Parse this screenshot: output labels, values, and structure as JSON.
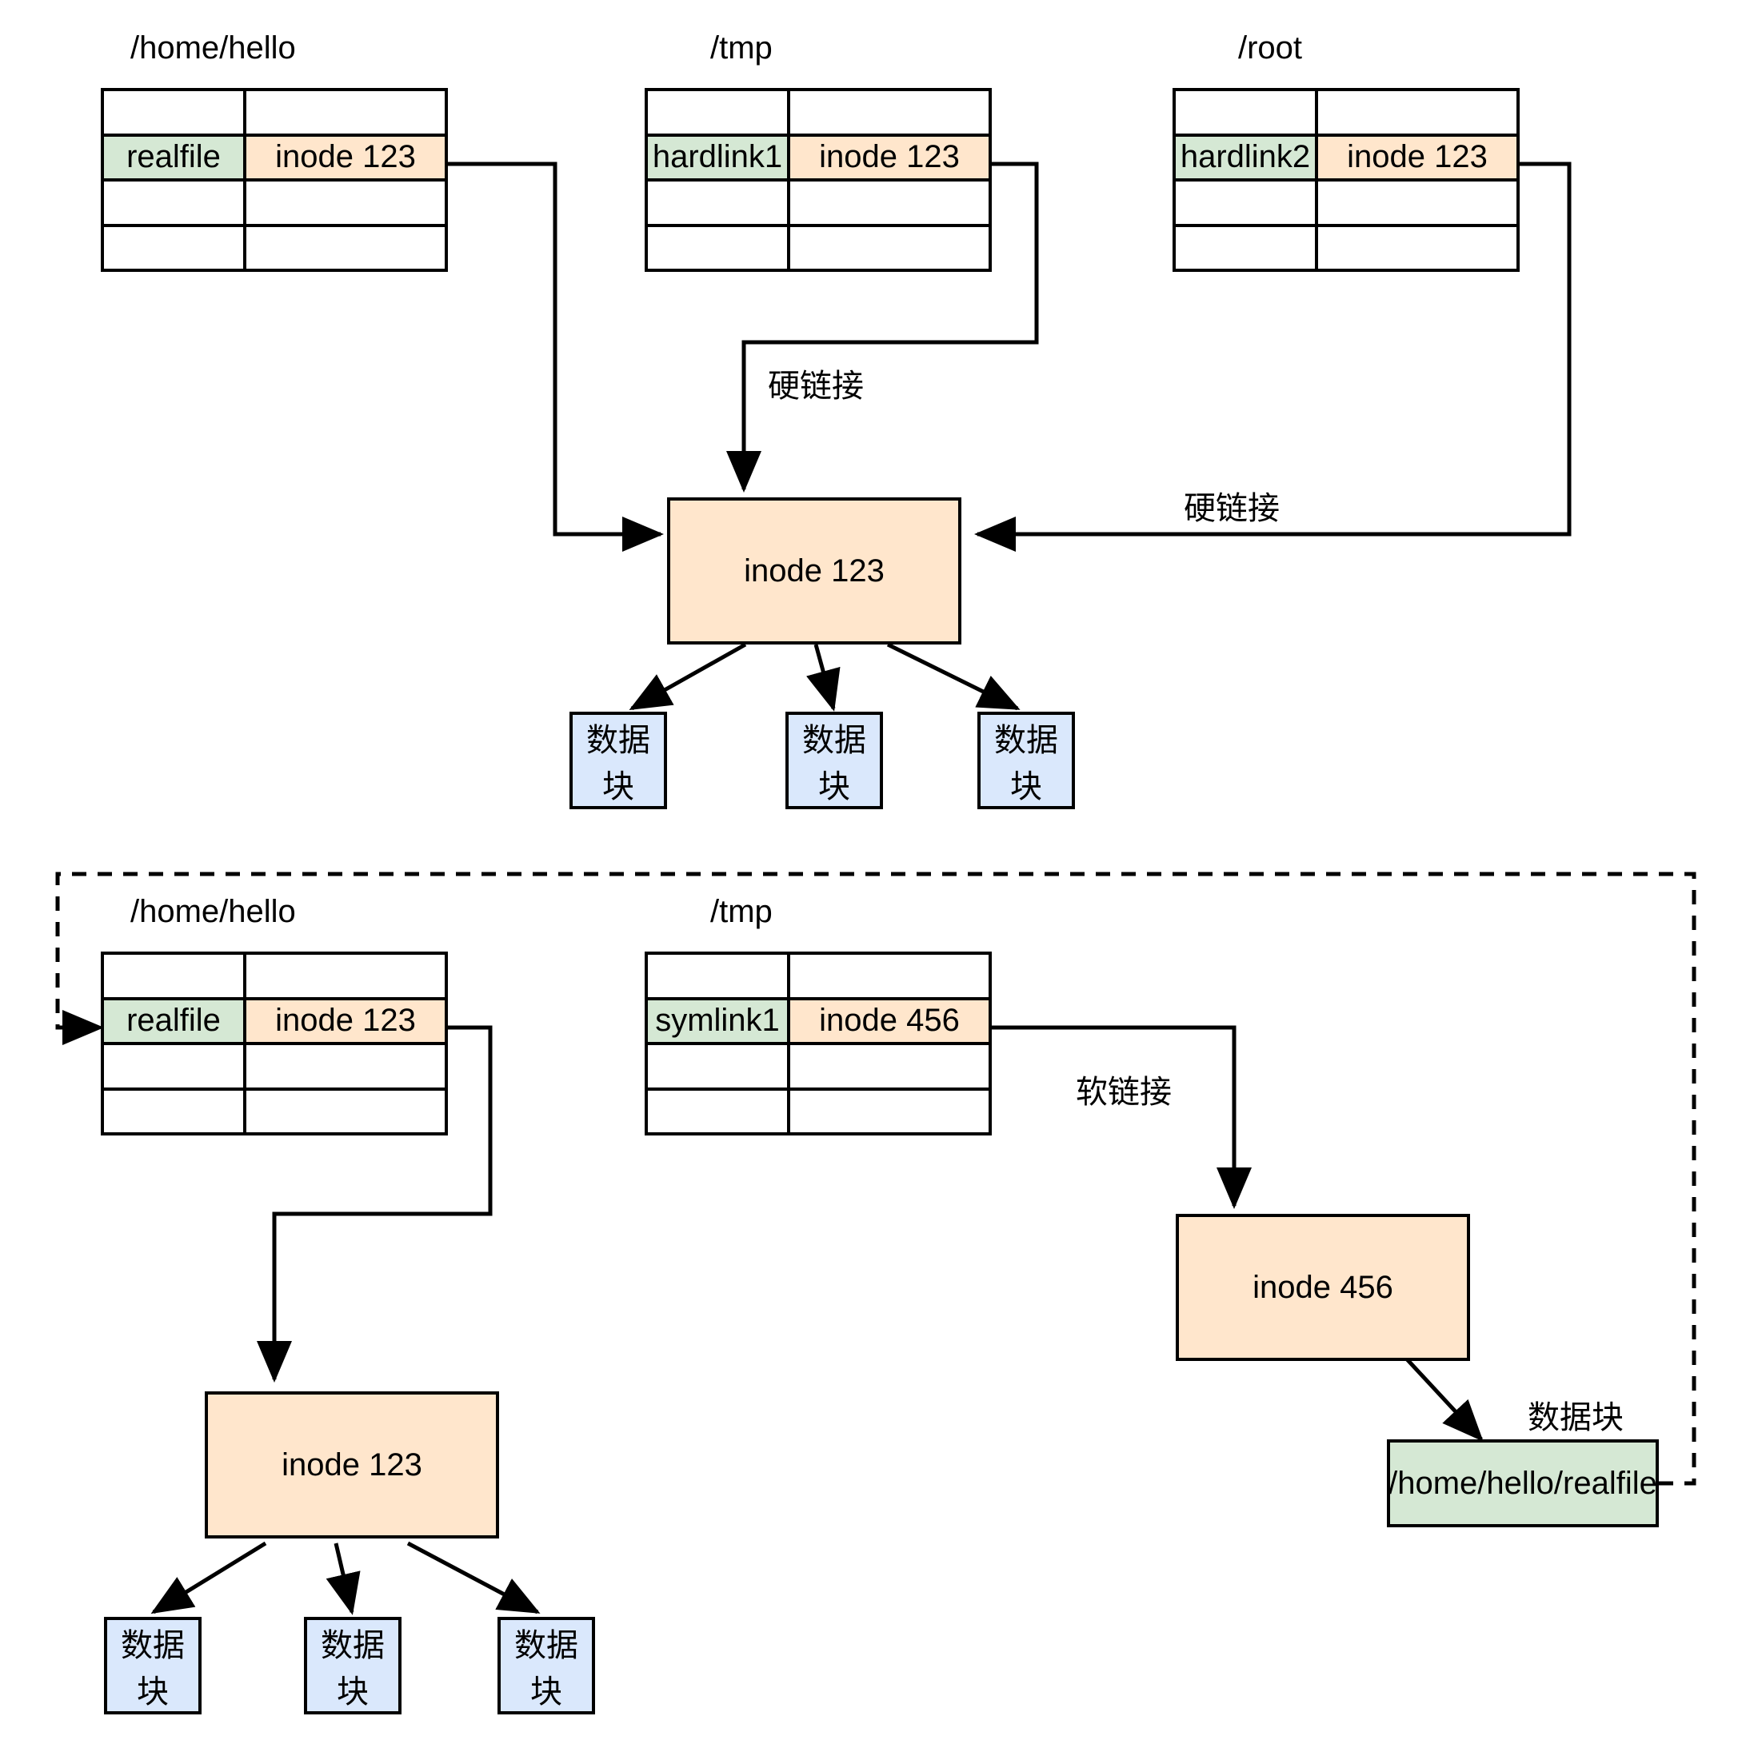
{
  "diagram": {
    "title_top": "",
    "colors": {
      "green": "#d5e8d4",
      "yellow": "#ffe6cc",
      "blue": "#dae8fc",
      "stroke": "#000000"
    },
    "hardlink_section": {
      "directories": [
        {
          "path_label": "/home/hello",
          "rows": [
            "",
            "realfile",
            "",
            ""
          ],
          "inodes": [
            "",
            "inode 123",
            "",
            ""
          ],
          "highlight_row": 1
        },
        {
          "path_label": "/tmp",
          "rows": [
            "",
            "hardlink1",
            "",
            ""
          ],
          "inodes": [
            "",
            "inode 123",
            "",
            ""
          ],
          "highlight_row": 1
        },
        {
          "path_label": "/root",
          "rows": [
            "",
            "hardlink2",
            "",
            ""
          ],
          "inodes": [
            "",
            "inode 123",
            "",
            ""
          ],
          "highlight_row": 1
        }
      ],
      "inode_box": "inode 123",
      "edge_labels": {
        "hardlink_center": "硬链接",
        "hardlink_right": "硬链接"
      },
      "data_blocks": [
        "数据块",
        "数据块",
        "数据块"
      ]
    },
    "symlink_section": {
      "directories": [
        {
          "path_label": "/home/hello",
          "rows": [
            "",
            "realfile",
            "",
            ""
          ],
          "inodes": [
            "",
            "inode 123",
            "",
            ""
          ],
          "highlight_row": 1
        },
        {
          "path_label": "/tmp",
          "rows": [
            "",
            "symlink1",
            "",
            ""
          ],
          "inodes": [
            "",
            "inode 456",
            "",
            ""
          ],
          "highlight_row": 1
        }
      ],
      "inode_real": "inode 123",
      "inode_sym": "inode 456",
      "edge_labels": {
        "symlink": "软链接",
        "data_block_label": "数据块"
      },
      "target_path_box": "/home/hello/realfile",
      "data_blocks": [
        "数据块",
        "数据块",
        "数据块"
      ]
    }
  }
}
